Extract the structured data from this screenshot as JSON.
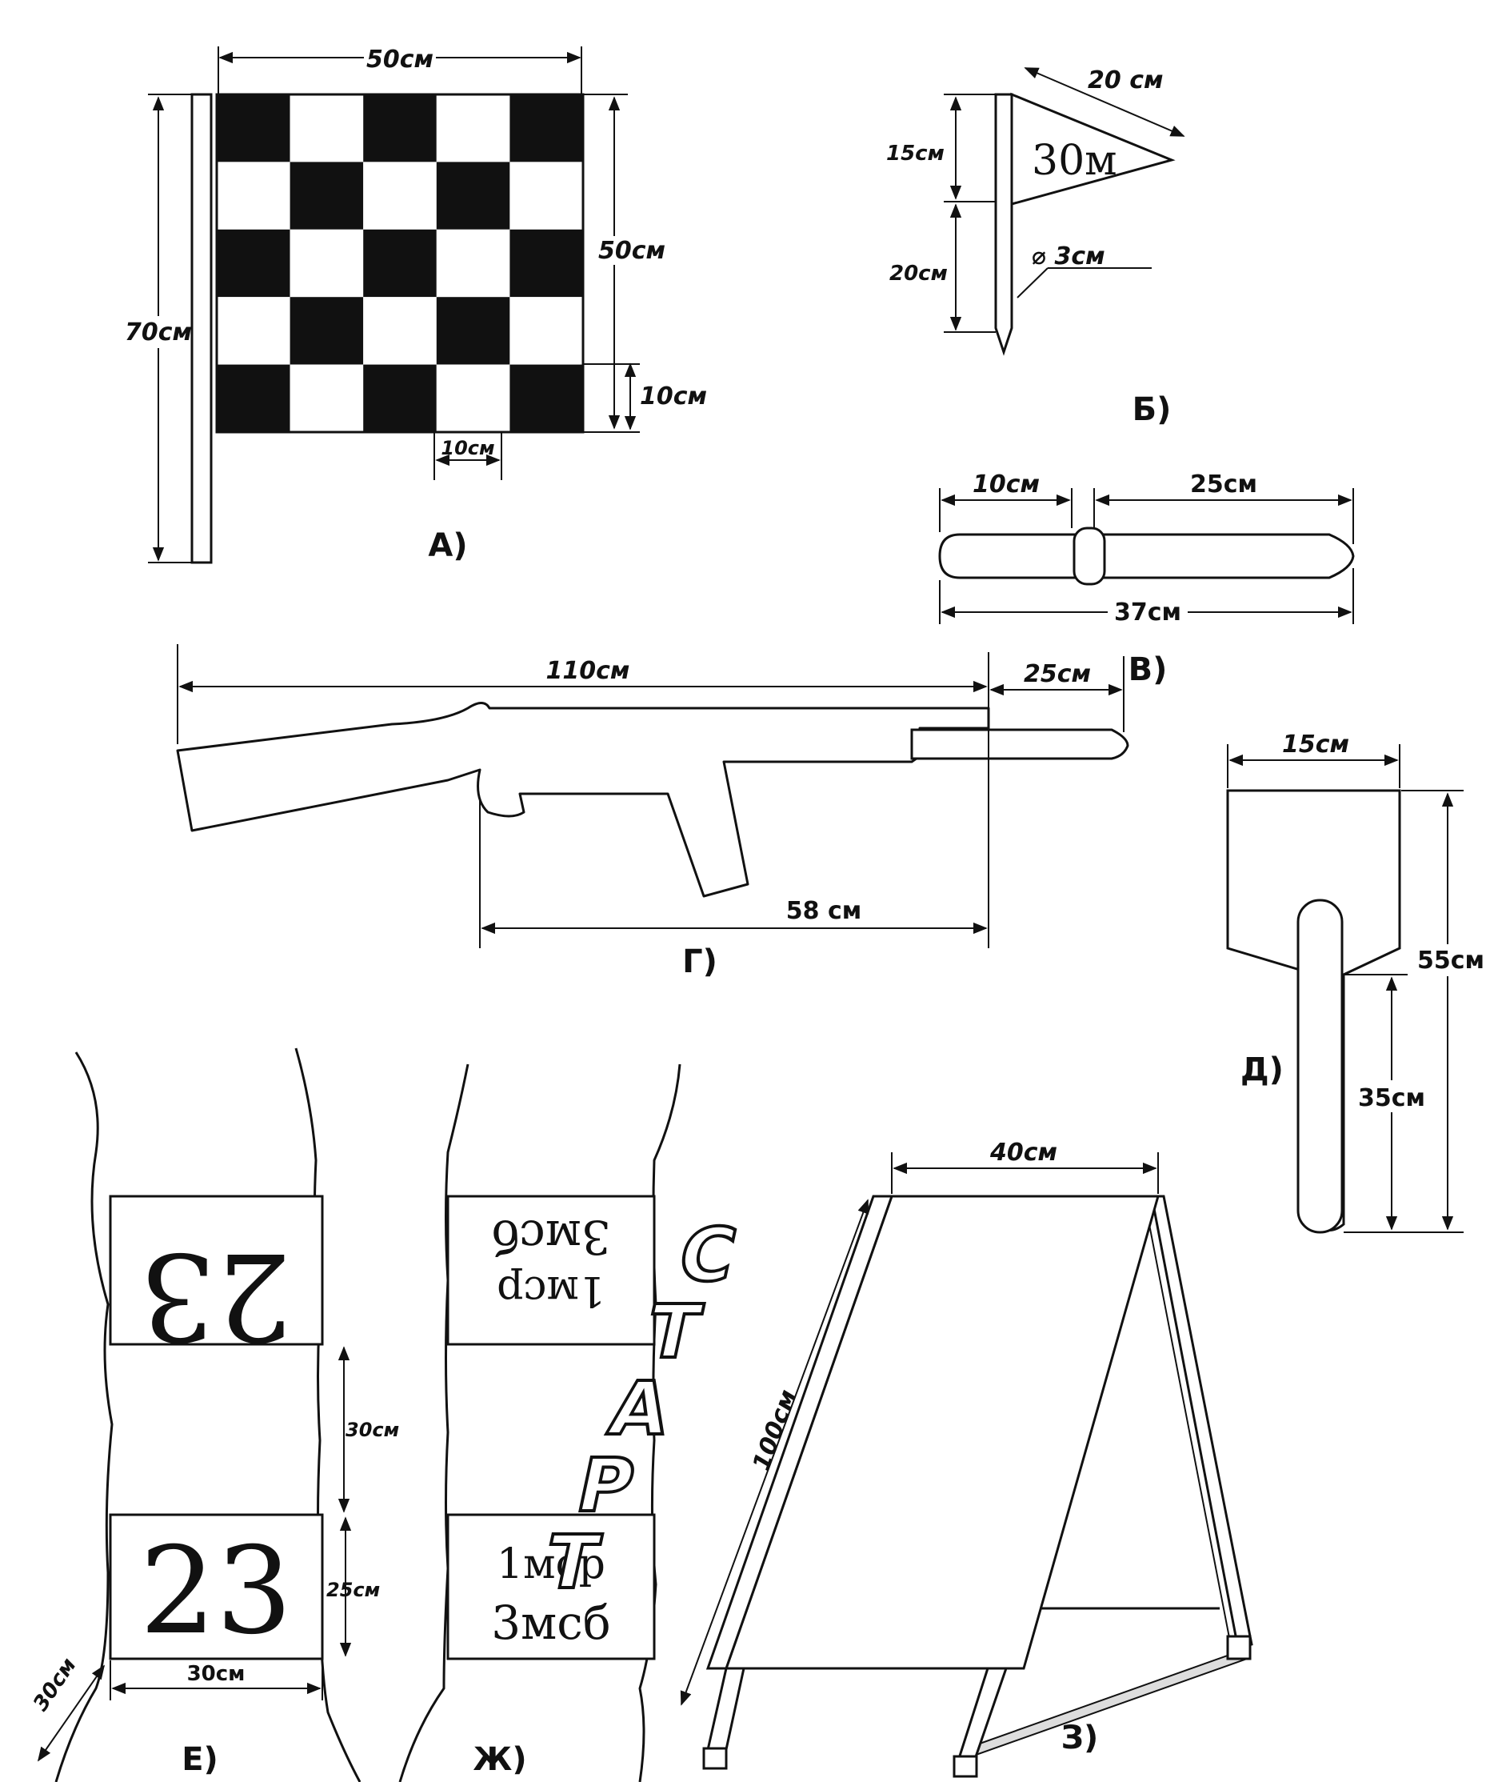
{
  "figure_a": {
    "caption": "А)",
    "width_label": "50см",
    "height_label": "50см",
    "pole_label": "70см",
    "cell_v_label": "10см",
    "cell_h_label": "10см"
  },
  "figure_b": {
    "caption": "Б)",
    "side_label": "20 см",
    "flag_text": "30м",
    "upper_label": "15см",
    "lower_label": "20см",
    "diameter_label": "⌀ 3см"
  },
  "figure_v": {
    "caption": "В)",
    "left_label": "10см",
    "right_label": "25см",
    "total_label": "37см"
  },
  "figure_g": {
    "caption": "Г)",
    "total_label": "110см",
    "muzzle_label": "25см",
    "lower_label": "58 см"
  },
  "figure_d": {
    "caption": "Д)",
    "width_label": "15см",
    "total_label": "55см",
    "handle_label": "35см"
  },
  "figure_e": {
    "caption": "Е)",
    "number_top": "23",
    "number_bottom": "23",
    "gap_label": "30см",
    "height_label": "25см",
    "width_label": "30см",
    "diag_label": "30см"
  },
  "figure_zh": {
    "caption": "Ж)",
    "top_line1": "1мср",
    "top_line2": "3мсб",
    "bottom_line1": "1мср",
    "bottom_line2": "3мсб"
  },
  "figure_z": {
    "caption": "З)",
    "width_label": "40см",
    "height_label": "100см",
    "letters": [
      "С",
      "Т",
      "А",
      "Р",
      "Т"
    ]
  }
}
